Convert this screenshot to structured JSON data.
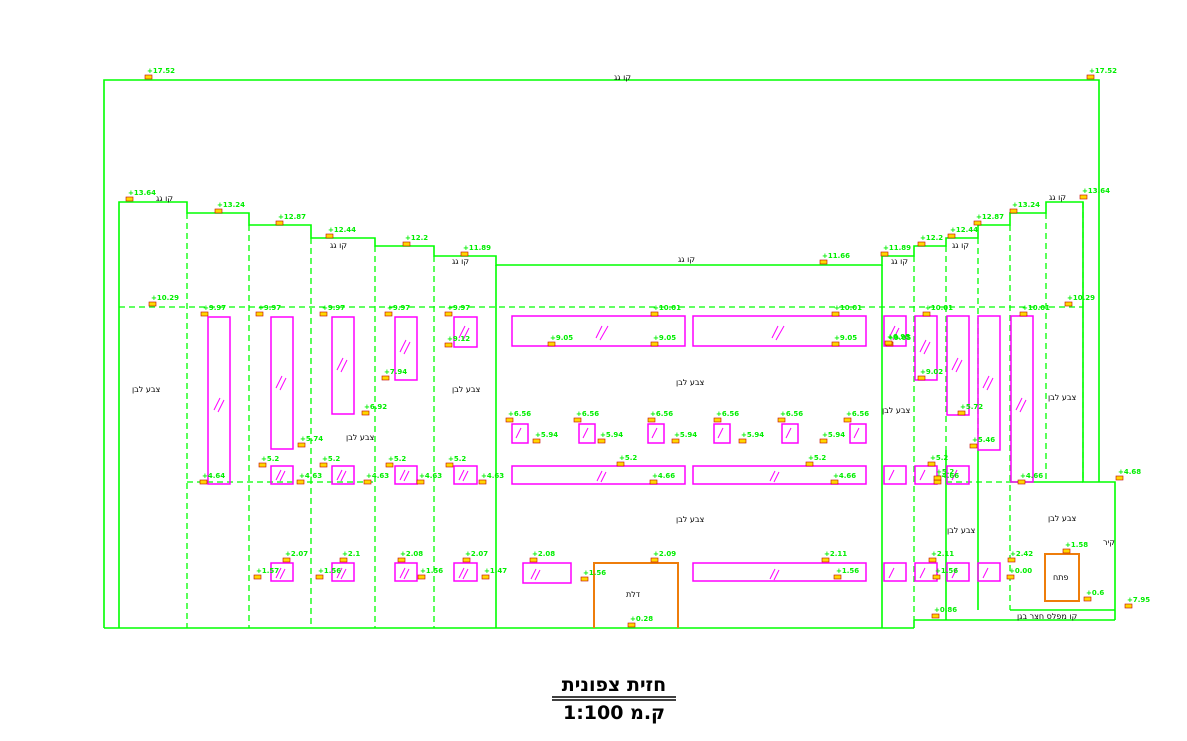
{
  "title": {
    "main": "חזית צפונית",
    "scale": "ק.מ 1:100"
  },
  "labels": {
    "top_roof": "קו גג",
    "roof_left": "קו גג",
    "roof_r": "קו גג",
    "roof_4": "קו גג",
    "roof_6": "קו גג",
    "roof_mid": "קו גג",
    "roof_10": "קו גג",
    "roof_12": "קו גג",
    "paint_1": "צבע לבן",
    "paint_3": "צבע לבן",
    "paint_6": "צבע לבן",
    "paint_mid": "צבע לבן",
    "paint_mid2": "צבע לבן",
    "paint_10": "צבע לבן",
    "paint_12": "צבע לבן",
    "paint_15": "צבע לבן",
    "paint_15b": "צבע לבן",
    "door": "דלת",
    "opening": "פתח",
    "wall": "קיר",
    "ground": "קו מפלס חצר בגן"
  },
  "elevations": [
    "+17.52",
    "+17.52",
    "+13.64",
    "+13.24",
    "+12.87",
    "+12.44",
    "+12.2",
    "+11.89",
    "+11.66",
    "+11.89",
    "+12.2",
    "+12.44",
    "+12.87",
    "+13.24",
    "+13.64",
    "+10.29",
    "+9.97",
    "+9.97",
    "+9.97",
    "+9.97",
    "+9.97",
    "+10.01",
    "+10.01",
    "+10.01",
    "+10.01",
    "+10.29",
    "+9.05",
    "+9.05",
    "+9.05",
    "+9.05",
    "+9.12",
    "+7.94",
    "+6.92",
    "+6.56",
    "+6.56",
    "+6.56",
    "+6.56",
    "+6.56",
    "+6.56",
    "+5.94",
    "+5.94",
    "+5.94",
    "+5.94",
    "+5.94",
    "+5.74",
    "+5.2",
    "+5.2",
    "+5.2",
    "+5.2",
    "+5.2",
    "+5.2",
    "+5.2",
    "+4.64",
    "+4.63",
    "+4.63",
    "+4.63",
    "+4.63",
    "+4.66",
    "+4.66",
    "+4.66",
    "+4.66",
    "+4.68",
    "+2.07",
    "+2.1",
    "+2.08",
    "+2.07",
    "+2.08",
    "+2.09",
    "+2.11",
    "+2.11",
    "+2.42",
    "+1.58",
    "+1.57",
    "+1.56",
    "+1.56",
    "+1.47",
    "+1.56",
    "+1.56",
    "+1.56",
    "+0.00",
    "+0.28",
    "+0.86",
    "+0.6",
    "+7.95",
    "+9.02",
    "+6.95",
    "+5.72",
    "+5.46",
    "+5.2"
  ]
}
